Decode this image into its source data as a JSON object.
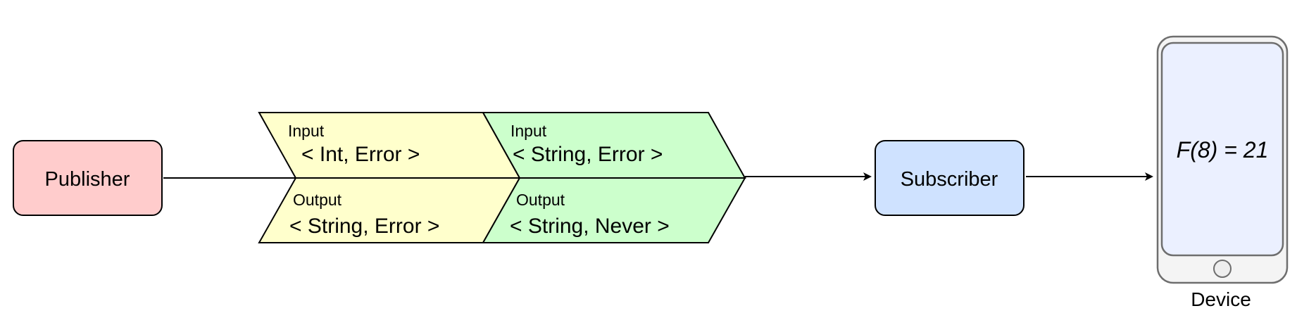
{
  "nodes": {
    "publisher": {
      "label": "Publisher",
      "fill": "#ffcccc"
    },
    "subscriber": {
      "label": "Subscriber",
      "fill": "#cfe2ff"
    },
    "device": {
      "caption": "Device",
      "screen_text": "F(8) = 21",
      "screen_fill": "#ebf0ff",
      "body_fill": "#f4f4f4"
    }
  },
  "operators": [
    {
      "fill": "#ffffcc",
      "input": {
        "heading": "Input",
        "types": "< Int, Error >"
      },
      "output": {
        "heading": "Output",
        "types": "< String, Error >"
      }
    },
    {
      "fill": "#ccffcc",
      "input": {
        "heading": "Input",
        "types": "< String, Error >"
      },
      "output": {
        "heading": "Output",
        "types": "< String, Never >"
      }
    }
  ]
}
